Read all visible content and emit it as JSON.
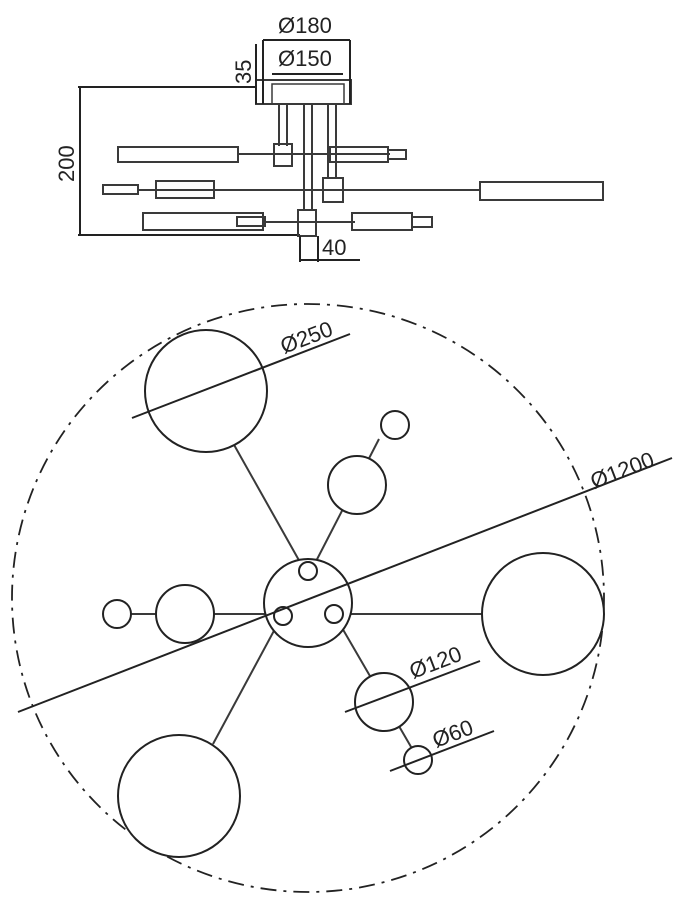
{
  "side_view": {
    "dim_canopy_outer": "Ø180",
    "dim_canopy_inner": "Ø150",
    "dim_canopy_height": "35",
    "dim_total_height": "200",
    "dim_offset": "40"
  },
  "top_view": {
    "dim_overall": "Ø1200",
    "dim_large_globe": "Ø250",
    "dim_medium_globe": "Ø120",
    "dim_small_globe": "Ø60"
  },
  "colors": {
    "line": "#3a3a3a",
    "dimension": "#222222",
    "background": "#ffffff"
  }
}
